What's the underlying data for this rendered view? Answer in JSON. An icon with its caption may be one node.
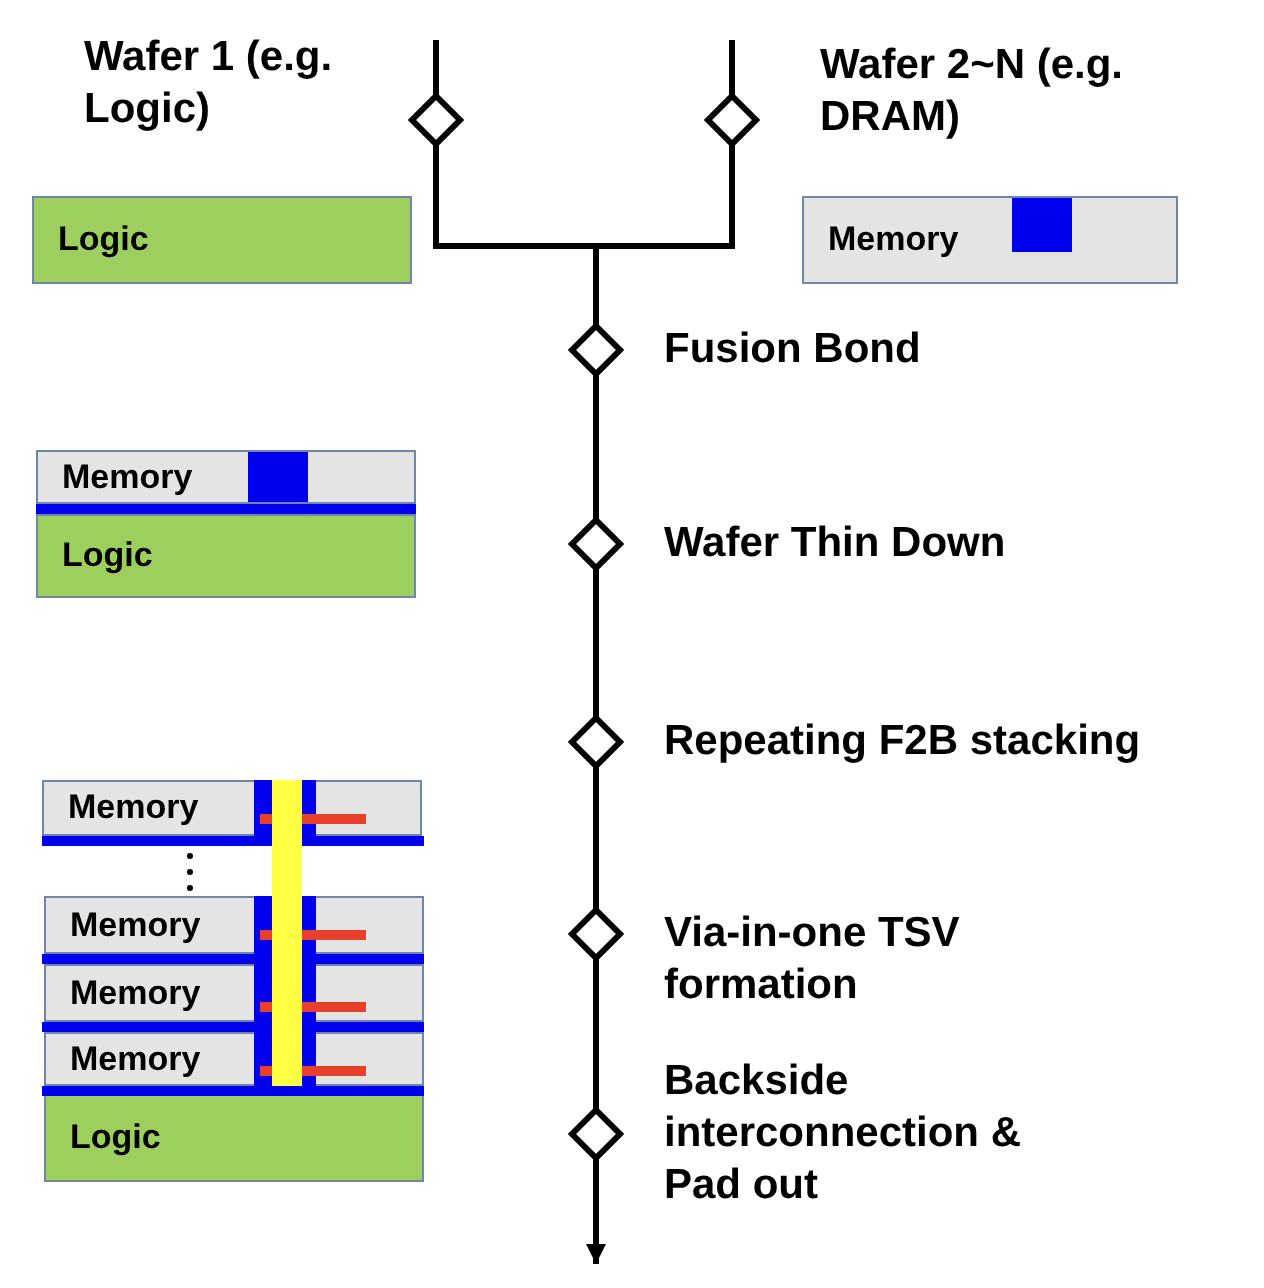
{
  "diagram": {
    "nodes": [
      {
        "text": [],
        "shape": "diamond",
        "beside": [
          "Wafer 1 (e.g. Logic)"
        ]
      },
      {
        "text": [],
        "shape": "diamond",
        "beside": [
          "Wafer 2~N (e.g. DRAM)"
        ]
      },
      {
        "text": [],
        "shape": "diamond",
        "beside": [
          "Fusion Bond"
        ]
      },
      {
        "text": [],
        "shape": "diamond",
        "beside": [
          "Wafer Thin Down"
        ]
      },
      {
        "text": [],
        "shape": "diamond",
        "beside": [
          "Repeating F2B stacking"
        ]
      },
      {
        "text": [],
        "shape": "diamond",
        "beside": [
          "Via-in-one TSV formation"
        ]
      },
      {
        "text": [],
        "shape": "diamond",
        "beside": [
          "Backside interconnection & Pad out"
        ]
      },
      {
        "text": [
          "Logic"
        ]
      },
      {
        "text": [
          "Memory"
        ]
      },
      {
        "text": [
          "Memory"
        ]
      },
      {
        "text": [
          "Logic"
        ]
      },
      {
        "text": [
          "Memory"
        ]
      },
      {
        "text": [
          "Memory"
        ]
      },
      {
        "text": [
          "Memory"
        ]
      },
      {
        "text": [
          "Memory"
        ]
      },
      {
        "text": [
          "Logic"
        ]
      }
    ],
    "edges": [
      {
        "from": null,
        "to": 0,
        "arrow": "none"
      },
      {
        "from": null,
        "to": 1,
        "arrow": "none"
      },
      {
        "from": 0,
        "to": 2,
        "arrow": "none"
      },
      {
        "from": 1,
        "to": 2,
        "arrow": "none"
      },
      {
        "from": 2,
        "to": 3,
        "arrow": "none"
      },
      {
        "from": 3,
        "to": 4,
        "arrow": "none"
      },
      {
        "from": 4,
        "to": 5,
        "arrow": "none"
      },
      {
        "from": 5,
        "to": 6,
        "arrow": "none"
      },
      {
        "from": 6,
        "to": null,
        "arrow": "to"
      }
    ]
  }
}
